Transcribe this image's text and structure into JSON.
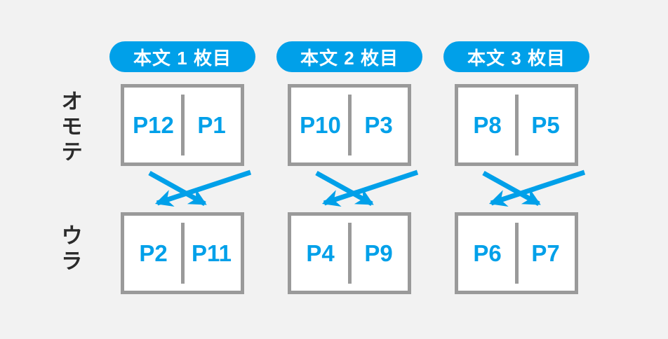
{
  "colors": {
    "accent_blue": "#00a0e9",
    "border_gray": "#9a9a9a",
    "background": "#f2f2f2",
    "label_dark": "#2b2b2b",
    "sheet_white": "#ffffff",
    "badge_text": "#ffffff"
  },
  "row_labels": {
    "front": "オモテ",
    "back": "ウラ"
  },
  "sheets": [
    {
      "badge": "本文 1 枚目",
      "front_left": "P12",
      "front_right": "P1",
      "back_left": "P2",
      "back_right": "P11"
    },
    {
      "badge": "本文 2 枚目",
      "front_left": "P10",
      "front_right": "P3",
      "back_left": "P4",
      "back_right": "P9"
    },
    {
      "badge": "本文 3 枚目",
      "front_left": "P8",
      "front_right": "P5",
      "back_left": "P6",
      "back_right": "P7"
    }
  ]
}
